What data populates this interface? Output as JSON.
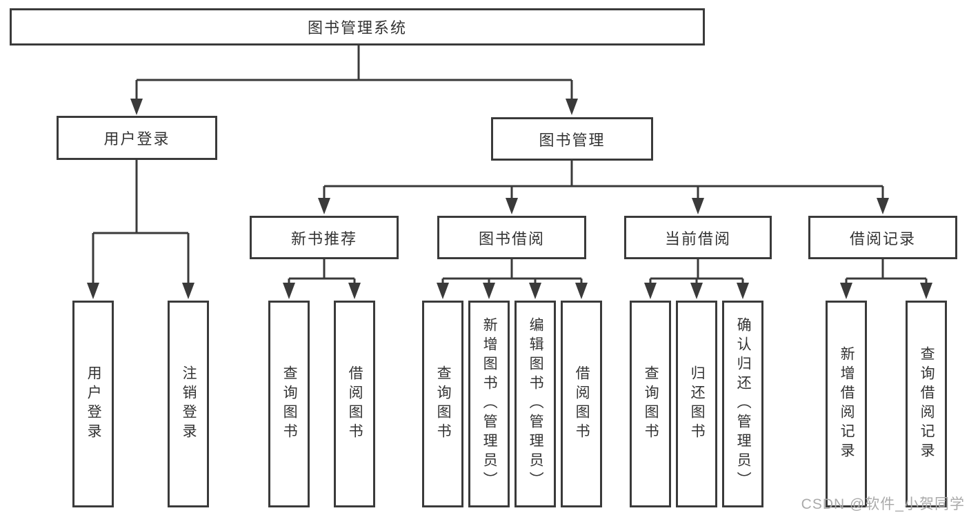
{
  "colors": {
    "line": "#3a3a3a",
    "text": "#333333",
    "box_background": "#ffffff",
    "page_background": "#ffffff",
    "watermark": "#aaaaaa"
  },
  "nodes": {
    "root": {
      "label": "图书管理系统"
    },
    "userLogin": {
      "label": "用户登录"
    },
    "bookManagement": {
      "label": "图书管理"
    },
    "newBookRecommend": {
      "label": "新书推荐"
    },
    "bookBorrow": {
      "label": "图书借阅"
    },
    "currentBorrow": {
      "label": "当前借阅"
    },
    "borrowRecords": {
      "label": "借阅记录"
    }
  },
  "leaves": {
    "userLogin": {
      "label": "用户登录"
    },
    "logoutLogin": {
      "label": "注销登录"
    },
    "recQueryBooks": {
      "label": "查询图书"
    },
    "recBorrowBooks": {
      "label": "借阅图书"
    },
    "borrowQueryBooks": {
      "label": "查询图书"
    },
    "borrowAddBooks": {
      "label": "新增图书（管理员）"
    },
    "borrowEditBooks": {
      "label": "编辑图书（管理员）"
    },
    "borrowBorrowBooks": {
      "label": "借阅图书"
    },
    "currentQueryBooks": {
      "label": "查询图书"
    },
    "currentReturnBooks": {
      "label": "归还图书"
    },
    "currentConfirmReturn": {
      "label": "确认归还（管理员）"
    },
    "recordsAddRecord": {
      "label": "新增借阅记录"
    },
    "recordsQueryRecord": {
      "label": "查询借阅记录"
    }
  },
  "hierarchy": {
    "图书管理系统": {
      "用户登录": [
        "用户登录",
        "注销登录"
      ],
      "图书管理": {
        "新书推荐": [
          "查询图书",
          "借阅图书"
        ],
        "图书借阅": [
          "查询图书",
          "新增图书（管理员）",
          "编辑图书（管理员）",
          "借阅图书"
        ],
        "当前借阅": [
          "查询图书",
          "归还图书",
          "确认归还（管理员）"
        ],
        "借阅记录": [
          "新增借阅记录",
          "查询借阅记录"
        ]
      }
    }
  },
  "watermark": {
    "text": "CSDN @软件_小贺同学"
  }
}
